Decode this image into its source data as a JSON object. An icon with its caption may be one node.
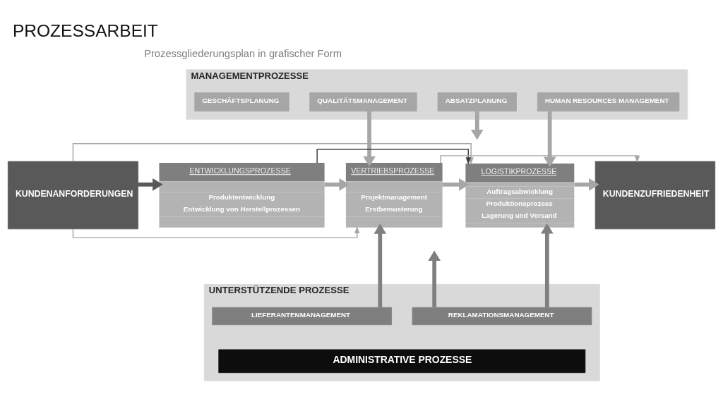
{
  "diagram": {
    "title": "PROZESSARBEIT",
    "nodes": [
      {
        "text": [
          "MANAGEMENTPROZESSE"
        ]
      },
      {
        "text": [
          "GESCHÄFTSPLANUNG"
        ],
        "in": 0
      },
      {
        "text": [
          "QUALITÄTSMANAGEMENT"
        ],
        "in": 0
      },
      {
        "text": [
          "ABSATZPLANUNG"
        ],
        "in": 0
      },
      {
        "text": [
          "HUMAN RESOURCES MANAGEMENT"
        ],
        "in": 0
      },
      {
        "text": [
          "KUNDENANFORDERUNGEN"
        ]
      },
      {
        "text": [
          "ENTWICKLUNGSPROZESSE",
          "Produktentwicklung",
          "Entwicklung von Herstellprozessen"
        ]
      },
      {
        "text": [
          "VERTRIEBSPROZESSE",
          "Projektmanagement",
          "Erstbemusterung"
        ]
      },
      {
        "text": [
          "LOGISTIKPROZESSE",
          "Auftragsabwicklung",
          "Produktionsprozess",
          "Lagerung und Versand"
        ]
      },
      {
        "text": [
          "KUNDENZUFRIEDENHEIT"
        ]
      },
      {
        "text": [
          "UNTERSTÜTZENDE PROZESSE"
        ]
      },
      {
        "text": [
          "LIEFERANTENMANAGEMENT"
        ],
        "in": 10
      },
      {
        "text": [
          "REKLAMATIONSMANAGEMENT"
        ],
        "in": 10
      },
      {
        "text": [
          "ADMINISTRATIVE PROZESSE"
        ],
        "in": 10
      }
    ],
    "edges": [
      {
        "from": 5,
        "to": 6,
        "arrow": "to",
        "color": "#595959"
      },
      {
        "from": 6,
        "to": 7,
        "arrow": "to"
      },
      {
        "from": 7,
        "to": 8,
        "arrow": "to"
      },
      {
        "from": 8,
        "to": 9,
        "arrow": "to"
      },
      {
        "from": 2,
        "to": 7,
        "arrow": "to"
      },
      {
        "from": 3,
        "to": null,
        "arrow": "to"
      },
      {
        "from": 4,
        "to": 8,
        "arrow": "to"
      },
      {
        "from": 6,
        "to": 8,
        "arrow": "to",
        "color": "#404040"
      },
      {
        "from": 7,
        "to": 9,
        "arrow": "to"
      },
      {
        "from": 5,
        "to": 7,
        "arrow": "to"
      },
      {
        "from": 5,
        "to": 8,
        "arrow": "to"
      },
      {
        "from": 11,
        "to": 7,
        "arrow": "to",
        "color": "#7f7f7f"
      },
      {
        "from": 12,
        "to": null,
        "arrow": "to",
        "color": "#7f7f7f"
      },
      {
        "from": 12,
        "to": 8,
        "arrow": "to",
        "color": "#7f7f7f"
      }
    ],
    "labels": [
      "Prozessgliederungsplan in grafischer Form"
    ]
  }
}
